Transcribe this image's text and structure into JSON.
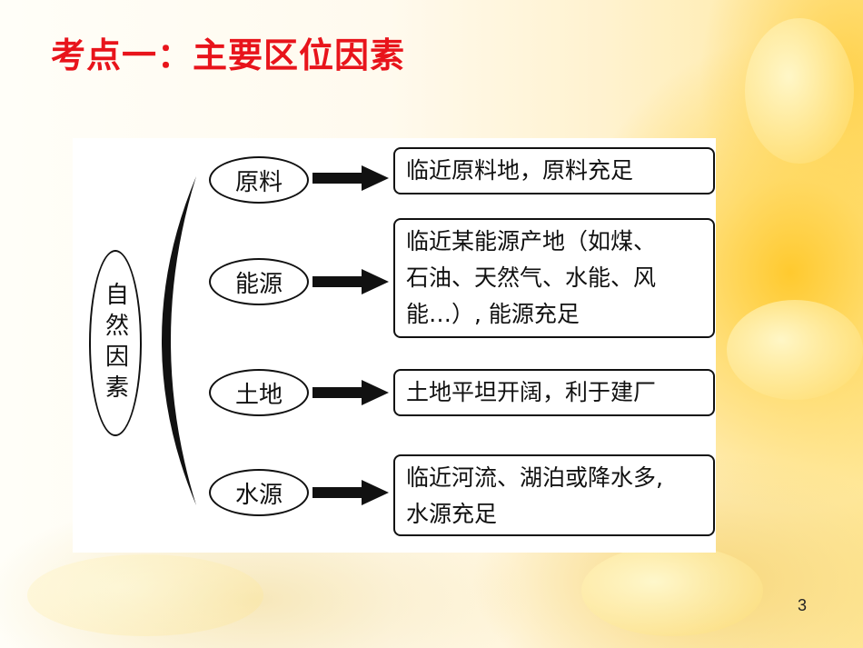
{
  "title": "考点一：主要区位因素",
  "root": "自然因素",
  "factors": [
    {
      "name": "原料",
      "lines": [
        "临近原料地，原料充足"
      ]
    },
    {
      "name": "能源",
      "lines": [
        "临近某能源产地（如煤、",
        "石油、天然气、水能、风",
        "能…）, 能源充足"
      ]
    },
    {
      "name": "土地",
      "lines": [
        "土地平坦开阔，利于建厂"
      ]
    },
    {
      "name": "水源",
      "lines": [
        "临近河流、湖泊或降水多,",
        "水源充足"
      ]
    }
  ],
  "page_number": "3"
}
